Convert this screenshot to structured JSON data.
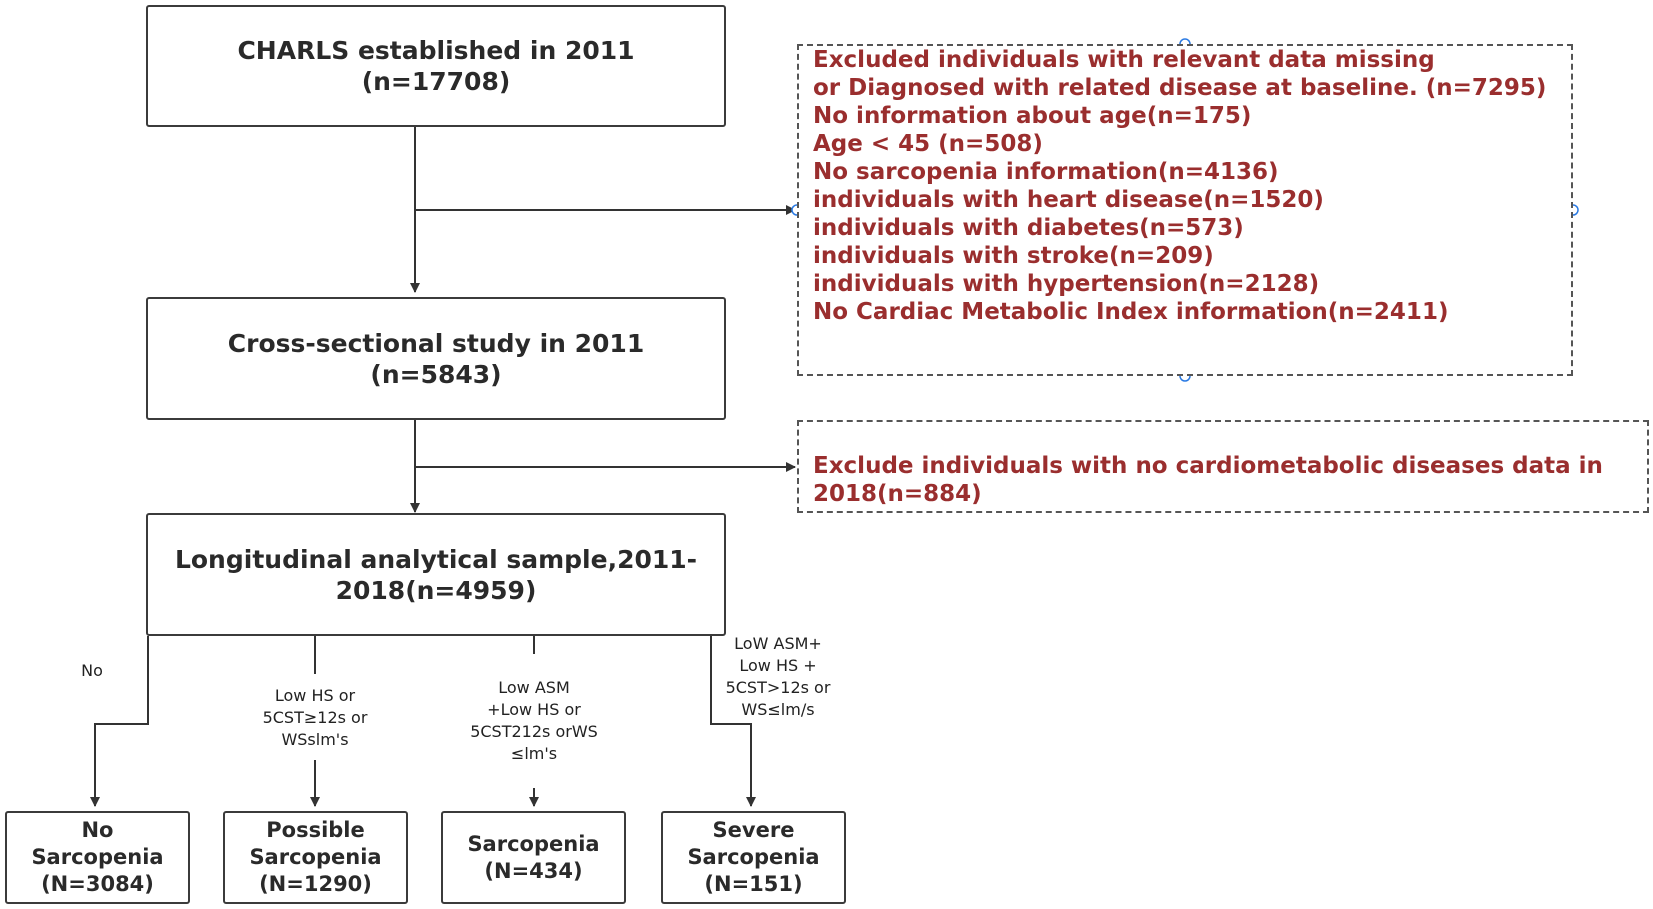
{
  "nodes": {
    "charls": {
      "line1": "CHARLS established in 2011",
      "line2": "(n=17708)"
    },
    "cross": {
      "line1": "Cross-sectional study in 2011",
      "line2": "(n=5843)"
    },
    "longitudinal": {
      "line1": "Longitudinal analytical sample,2011-",
      "line2": "2018(n=4959)"
    }
  },
  "exclusion_1": {
    "lines": [
      "Excluded individuals with relevant data missing",
      "or Diagnosed with related disease at baseline. (n=7295)",
      "No information about age(n=175)",
      "Age < 45 (n=508)",
      "No sarcopenia information(n=4136)",
      "individuals with heart disease(n=1520)",
      "individuals with diabetes(n=573)",
      "individuals with stroke(n=209)",
      "individuals with hypertension(n=2128)",
      "No Cardiac Metabolic Index information(n=2411)"
    ]
  },
  "exclusion_2": {
    "lines": [
      "Exclude individuals with no cardiometabolic diseases data in",
      "2018(n=884)"
    ]
  },
  "branches": [
    {
      "lines": [
        "No"
      ]
    },
    {
      "lines": [
        "Low HS or",
        "5CST≥12s or",
        "WSslm's"
      ]
    },
    {
      "lines": [
        "Low ASM",
        "+Low HS or",
        "5CST212s orWS",
        "≤lm's"
      ]
    },
    {
      "lines": [
        "LoW ASM+",
        "Low HS +",
        "5CST>12s or",
        "WS≤lm/s"
      ]
    }
  ],
  "outcomes": [
    {
      "lines": [
        "No",
        "Sarcopenia",
        "(N=3084)"
      ]
    },
    {
      "lines": [
        "Possible",
        "Sarcopenia",
        "(N=1290)"
      ]
    },
    {
      "lines": [
        "Sarcopenia",
        "(N=434)"
      ]
    },
    {
      "lines": [
        "Severe",
        "Sarcopenia",
        "(N=151)"
      ]
    }
  ],
  "colors": {
    "exclusion_text": "#9a2e2e",
    "box_border": "#3b3b3b",
    "selection_handle": "#2b7be4"
  }
}
